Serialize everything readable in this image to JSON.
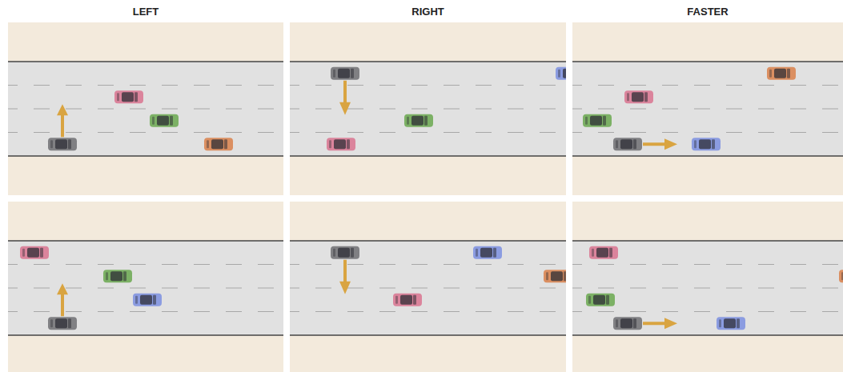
{
  "diagram": {
    "labels": [
      "LEFT",
      "RIGHT",
      "FASTER"
    ]
  }
}
